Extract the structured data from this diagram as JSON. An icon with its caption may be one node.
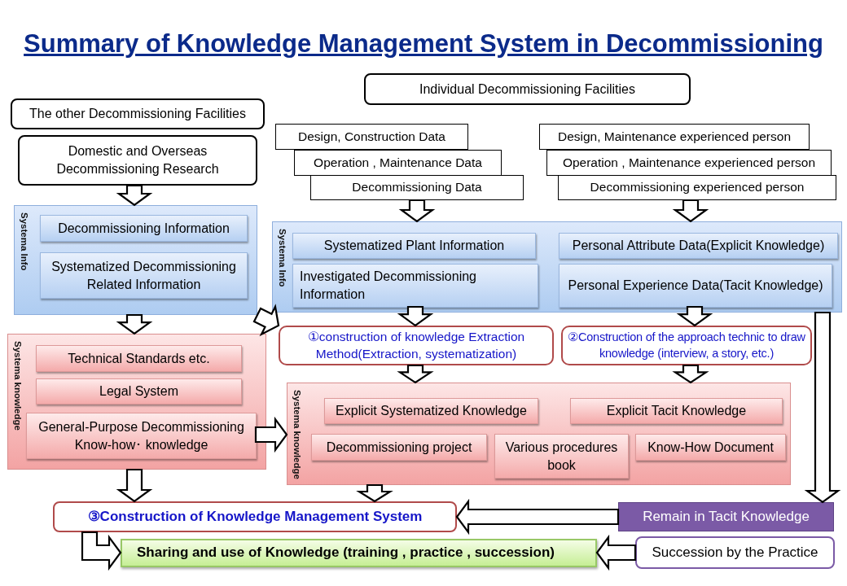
{
  "diagram": {
    "title": "Summary of Knowledge Management System in Decommissioning",
    "nodes": [
      {
        "text": [
          "The other Decommissioning Facilities"
        ]
      },
      {
        "text": [
          "Domestic and Overseas Decommissioning Research"
        ]
      },
      {
        "text": [
          "Systema Info"
        ]
      },
      {
        "text": [
          "Decommissioning Information"
        ],
        "in": 2
      },
      {
        "text": [
          "Systematized Decommissioning Related Information"
        ],
        "in": 2
      },
      {
        "text": [
          "Individual  Decommissioning Facilities"
        ]
      },
      {
        "text": [
          "Design, Construction Data"
        ]
      },
      {
        "text": [
          "Operation , Maintenance Data"
        ]
      },
      {
        "text": [
          "Decommissioning Data"
        ]
      },
      {
        "text": [
          "Design, Maintenance experienced person"
        ]
      },
      {
        "text": [
          "Operation , Maintenance experienced person"
        ]
      },
      {
        "text": [
          "Decommissioning experienced person"
        ]
      },
      {
        "text": [
          "Systema Info"
        ]
      },
      {
        "text": [
          "Systematized Plant Information"
        ],
        "in": 12
      },
      {
        "text": [
          "Investigated Decommissioning Information"
        ],
        "in": 12
      },
      {
        "text": [
          "Personal Attribute Data(Explicit Knowledge)"
        ],
        "in": 12
      },
      {
        "text": [
          "Personal Experience Data(Tacit Knowledge)"
        ],
        "in": 12
      },
      {
        "text": [
          "Systema knowledge"
        ]
      },
      {
        "text": [
          "Technical Standards etc."
        ],
        "in": 17
      },
      {
        "text": [
          "Legal System"
        ],
        "in": 17
      },
      {
        "text": [
          "General-Purpose Decommissioning Know-how･ knowledge"
        ],
        "in": 17
      },
      {
        "text": [
          "①construction of  knowledge Extraction Method(Extraction, systematization)"
        ]
      },
      {
        "text": [
          "②Construction of the approach technic to draw knowledge (interview, a story, etc.)"
        ]
      },
      {
        "text": [
          "Systema knowledge"
        ]
      },
      {
        "text": [
          "Explicit Systematized Knowledge"
        ],
        "in": 23
      },
      {
        "text": [
          "Explicit Tacit Knowledge"
        ],
        "in": 23
      },
      {
        "text": [
          "Decommissioning project"
        ],
        "in": 23
      },
      {
        "text": [
          "Various procedures book"
        ],
        "in": 23
      },
      {
        "text": [
          "Know-How Document"
        ],
        "in": 23
      },
      {
        "text": [
          "③Construction of Knowledge Management System"
        ]
      },
      {
        "text": [
          "Remain in Tacit Knowledge"
        ]
      },
      {
        "text": [
          "Sharing and use of Knowledge  (training  , practice , succession)"
        ]
      },
      {
        "text": [
          "Succession by the Practice"
        ]
      }
    ],
    "edges": [
      {
        "from": 1,
        "to": 2,
        "arrow": "to"
      },
      {
        "from": 2,
        "to": 17,
        "arrow": "to"
      },
      {
        "from": 2,
        "to": 21,
        "arrow": "to"
      },
      {
        "from": 20,
        "to": 23,
        "arrow": "to"
      },
      {
        "from": 8,
        "to": 12,
        "arrow": "to"
      },
      {
        "from": 11,
        "to": 12,
        "arrow": "to"
      },
      {
        "from": 14,
        "to": 21,
        "arrow": "to"
      },
      {
        "from": 16,
        "to": 22,
        "arrow": "to"
      },
      {
        "from": 21,
        "to": 23,
        "arrow": "to"
      },
      {
        "from": 22,
        "to": 23,
        "arrow": "to"
      },
      {
        "from": 17,
        "to": 29,
        "arrow": "to"
      },
      {
        "from": 23,
        "to": 29,
        "arrow": "to"
      },
      {
        "from": 12,
        "to": 30,
        "arrow": "to"
      },
      {
        "from": 30,
        "to": 29,
        "arrow": "to"
      },
      {
        "from": 32,
        "to": 31,
        "arrow": "to"
      },
      {
        "from": 29,
        "to": 31,
        "arrow": "to"
      }
    ]
  }
}
